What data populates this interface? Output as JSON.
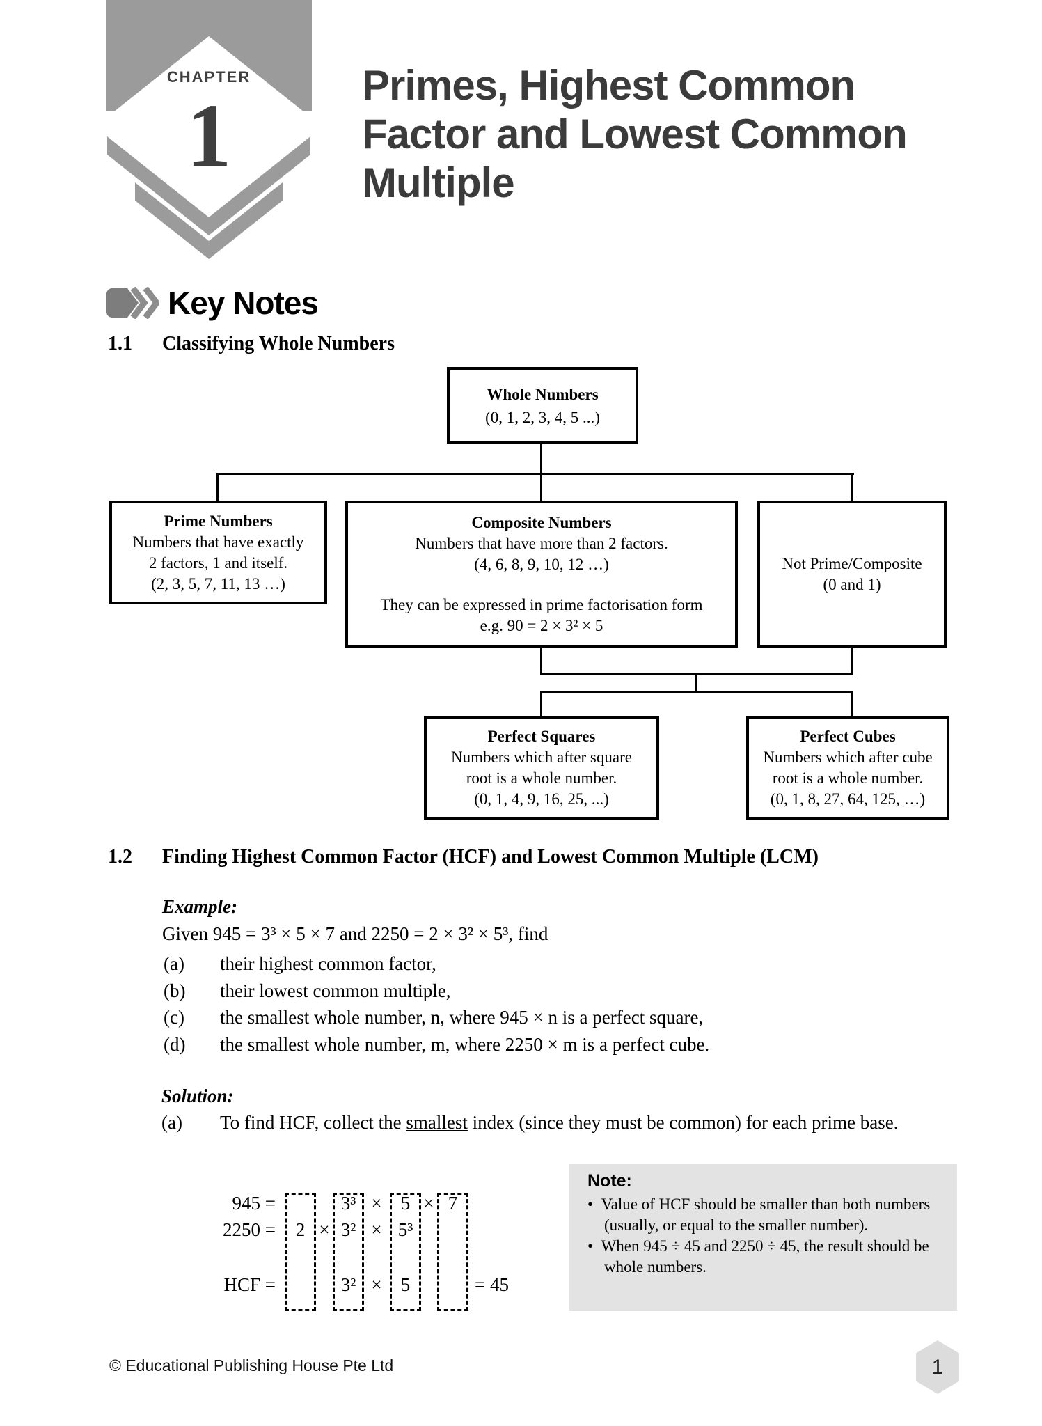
{
  "chapter": {
    "label": "CHAPTER",
    "number": "1",
    "title_lines": [
      "Primes, Highest Common",
      "Factor and Lowest Common",
      "Multiple"
    ]
  },
  "key_notes": {
    "heading": "Key Notes"
  },
  "sections": {
    "s11": {
      "number": "1.1",
      "title": "Classifying Whole Numbers"
    },
    "s12": {
      "number": "1.2",
      "title": "Finding Highest Common Factor (HCF) and Lowest Common Multiple (LCM)"
    }
  },
  "diagram": {
    "whole": {
      "title": "Whole Numbers",
      "subtitle": "(0, 1, 2, 3, 4, 5 ...)"
    },
    "prime": {
      "title": "Prime Numbers",
      "lines": [
        "Numbers that have exactly",
        "2 factors, 1 and itself.",
        "(2, 3, 5, 7, 11, 13 …)"
      ]
    },
    "composite": {
      "title": "Composite Numbers",
      "lines": [
        "Numbers that have more than 2 factors.",
        "(4, 6, 8, 9, 10, 12 …)"
      ],
      "extra": [
        "They can be expressed in prime factorisation form",
        "e.g. 90 = 2 × 3² × 5"
      ]
    },
    "not_pc": {
      "lines": [
        "Not Prime/Composite",
        "(0 and 1)"
      ]
    },
    "squares": {
      "title": "Perfect Squares",
      "lines": [
        "Numbers which after square",
        "root is a whole number.",
        "(0, 1, 4, 9, 16, 25, ...)"
      ]
    },
    "cubes": {
      "title": "Perfect Cubes",
      "lines": [
        "Numbers which after cube",
        "root is a whole number.",
        "(0, 1, 8, 27, 64, 125, …)"
      ]
    }
  },
  "example": {
    "label": "Example:",
    "given": "Given 945 = 3³ × 5 × 7 and 2250 = 2 × 3² × 5³, find",
    "items": [
      {
        "label": "(a)",
        "text": "their highest common factor,"
      },
      {
        "label": "(b)",
        "text": "their lowest common multiple,"
      },
      {
        "label": "(c)",
        "text": "the smallest whole number, n, where 945 × n is a perfect square,"
      },
      {
        "label": "(d)",
        "text": "the smallest whole number, m, where 2250 × m is a perfect cube."
      }
    ]
  },
  "solution": {
    "label": "Solution:",
    "part_a": {
      "label": "(a)",
      "pre": "To find HCF, collect the ",
      "underlined": "smallest",
      "post": " index (since they must be common) for each prime base."
    }
  },
  "working": {
    "rows": [
      {
        "label": "945 =",
        "cols": [
          "",
          "3³",
          "5",
          "7"
        ],
        "ops": [
          "",
          "×",
          "×"
        ],
        "result": ""
      },
      {
        "label": "2250 =",
        "cols": [
          "2",
          "3²",
          "5³",
          ""
        ],
        "ops": [
          "×",
          "×",
          ""
        ],
        "result": ""
      },
      {
        "label": "HCF =",
        "cols": [
          "",
          "3²",
          "5",
          ""
        ],
        "ops": [
          "",
          "×",
          ""
        ],
        "result": "= 45"
      }
    ]
  },
  "note": {
    "title": "Note:",
    "bullets": [
      "Value of HCF should be smaller than both numbers (usually, or equal to the smaller number).",
      "When 945 ÷ 45 and 2250 ÷ 45, the result should be whole numbers."
    ]
  },
  "footer": {
    "copyright": "© Educational Publishing House Pte Ltd",
    "page_number": "1"
  },
  "colors": {
    "badge_gray": "#9b9b9b",
    "title_gray": "#3b3b3b",
    "note_bg": "#e3e3e3",
    "hexagon_gray": "#dcdcdc"
  }
}
